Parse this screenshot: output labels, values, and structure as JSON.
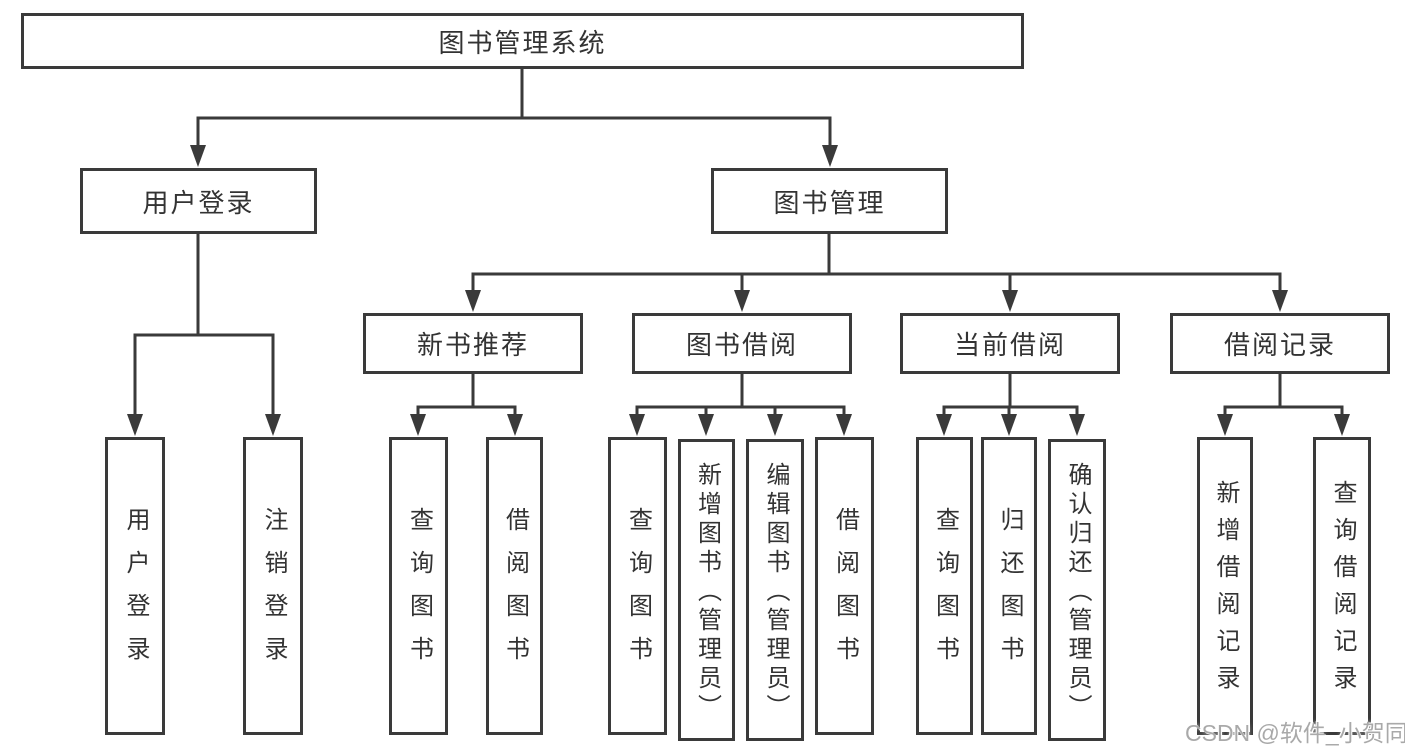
{
  "tree": {
    "root": "图书管理系统",
    "user_login": {
      "label": "用户登录",
      "children": [
        "用户登录",
        "注销登录"
      ]
    },
    "book_management": {
      "label": "图书管理",
      "sections": [
        {
          "label": "新书推荐",
          "children": [
            "查询图书",
            "借阅图书"
          ]
        },
        {
          "label": "图书借阅",
          "children": [
            "查询图书",
            "新增图书（管理员）",
            "编辑图书（管理员）",
            "借阅图书"
          ]
        },
        {
          "label": "当前借阅",
          "children": [
            "查询图书",
            "归还图书",
            "确认归还（管理员）"
          ]
        },
        {
          "label": "借阅记录",
          "children": [
            "新增借阅记录",
            "查询借阅记录"
          ]
        }
      ]
    }
  },
  "watermark": "CSDN @软件_小贺同学",
  "colors": {
    "line": "#3a3a3a",
    "box_border": "#3a3a3a",
    "text": "#333333",
    "background": "#ffffff",
    "watermark": "#a9a9a9"
  }
}
